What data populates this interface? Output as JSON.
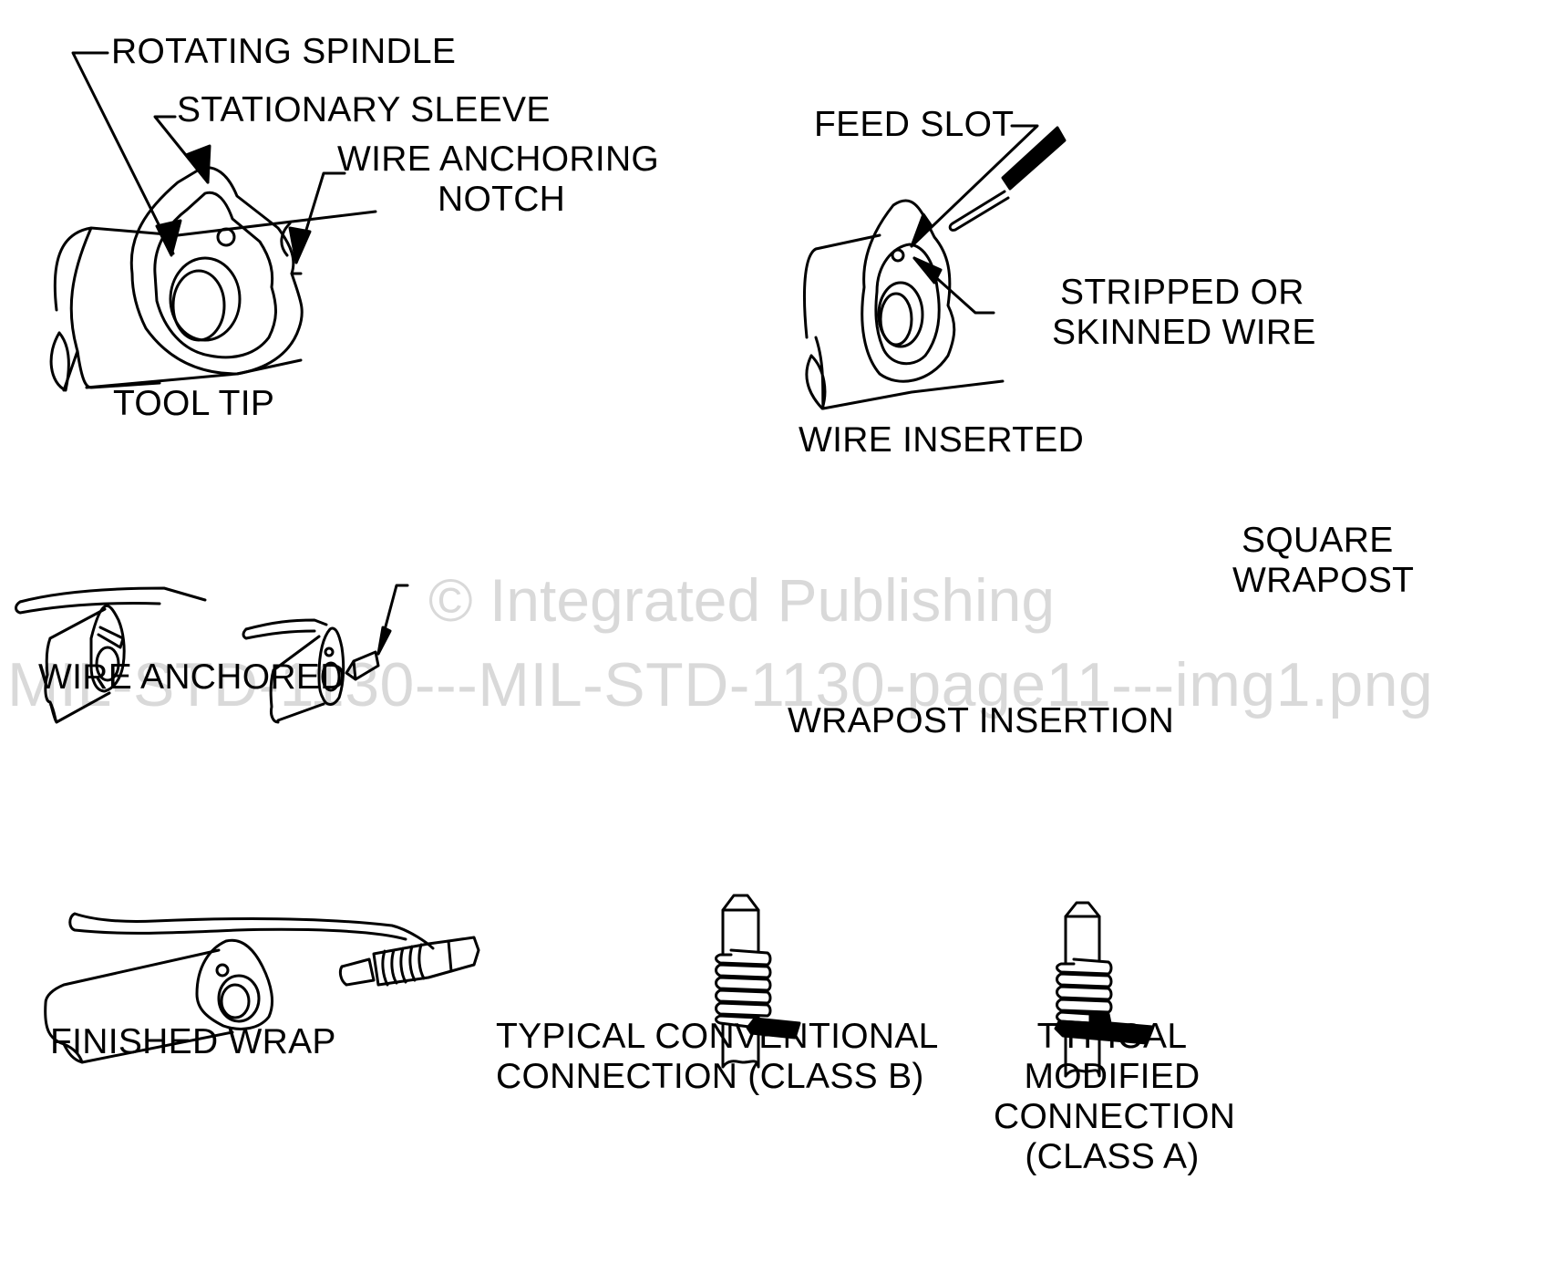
{
  "figure": {
    "panels": [
      {
        "id": "tool-tip",
        "caption": "TOOL TIP",
        "callouts": [
          "ROTATING SPINDLE",
          "STATIONARY SLEEVE",
          "WIRE ANCHORING",
          "NOTCH"
        ]
      },
      {
        "id": "wire-inserted",
        "caption": "WIRE INSERTED",
        "callouts": [
          "FEED SLOT",
          "STRIPPED OR",
          "SKINNED WIRE"
        ]
      },
      {
        "id": "wire-anchored",
        "caption": "WIRE ANCHORED",
        "callouts": []
      },
      {
        "id": "wrapost-insertion",
        "caption": "WRAPOST INSERTION",
        "callouts": [
          "SQUARE",
          "WRAPOST"
        ]
      },
      {
        "id": "finished-wrap",
        "caption": "FINISHED WRAP",
        "callouts": []
      },
      {
        "id": "conventional-connection",
        "caption_lines": [
          "TYPICAL CONVENTIONAL",
          "CONNECTION (CLASS B)"
        ],
        "callouts": []
      },
      {
        "id": "modified-connection",
        "caption_lines": [
          "TYPICAL",
          "MODIFIED",
          "CONNECTION",
          "(CLASS A)"
        ],
        "callouts": []
      }
    ]
  },
  "watermark": {
    "line1": "© Integrated Publishing",
    "line2": "MIL-STD-1130---MIL-STD-1130-page11---img1.png"
  }
}
